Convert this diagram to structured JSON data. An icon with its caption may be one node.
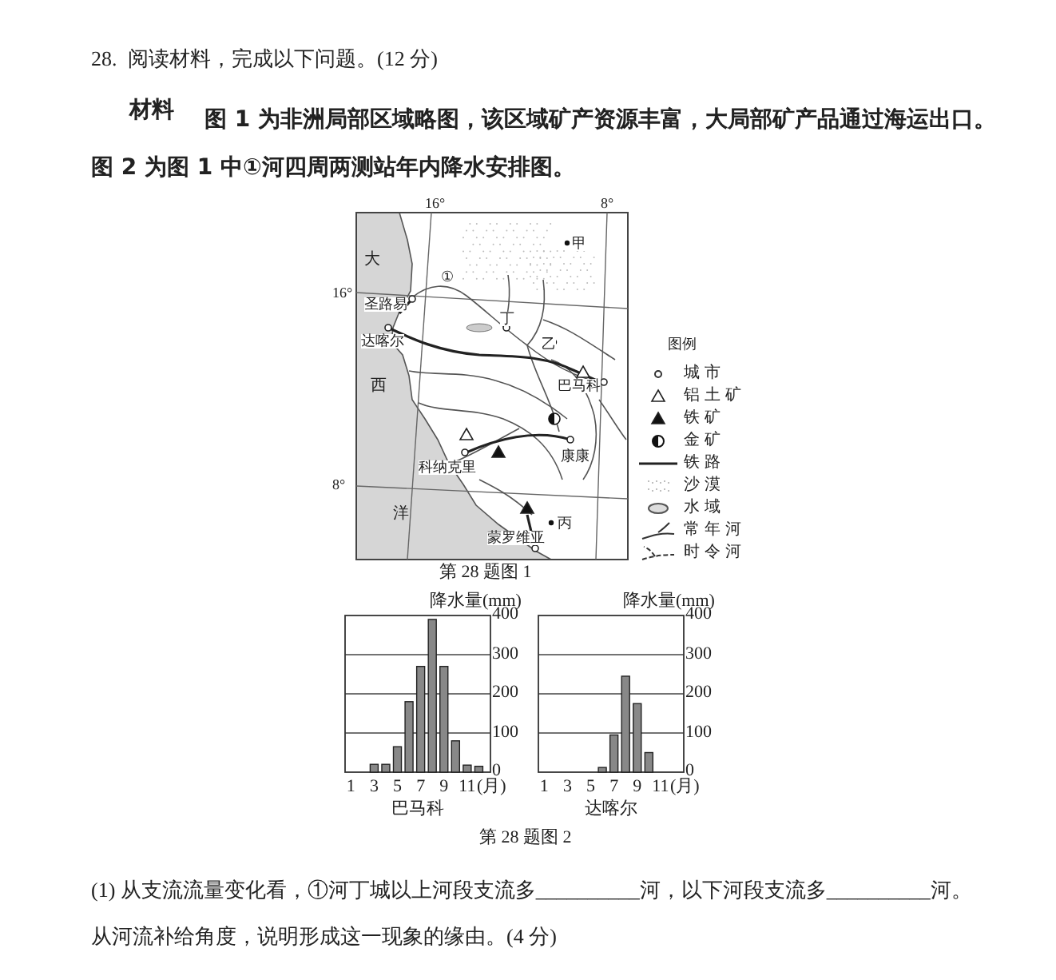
{
  "diagram": {
    "labels": [
      "28.",
      "阅读材料，完成以下问题。(12 分)",
      "材料",
      "图 1 为非洲局部区域略图，该区域矿产资源丰富，大局部矿产品通过海运出口。图 2 为图 1 中①河四周两测站年内降水安排图。",
      "16°",
      "8°",
      "大",
      "甲",
      "16°",
      "①",
      "圣路易",
      "丁",
      "达喀尔",
      "乙",
      "西",
      "巴马科",
      "康康",
      "科纳克里",
      "8°",
      "丙",
      "洋",
      "蒙罗维亚",
      "图例",
      "第 28 题图 1",
      "第 28 题图 2",
      "(1) 从支流流量变化看，①河丁城以上河段支流多__________河，以下河段支流多__________河。从河流补给角度，说明形成这一现象的缘由。(4 分)"
    ],
    "legend": [
      {
        "text": "城市"
      },
      {
        "text": "铝土矿"
      },
      {
        "text": "铁矿"
      },
      {
        "text": "金矿"
      },
      {
        "text": "铁路"
      },
      {
        "text": "沙漠"
      },
      {
        "text": "水域"
      },
      {
        "text": "常年河"
      },
      {
        "text": "时令河"
      }
    ],
    "chart_data": [
      {
        "type": "bar",
        "title": "巴马科",
        "xlabel": "(月)",
        "ylabel": "降水量(mm)",
        "x": [
          3,
          4,
          5,
          6,
          7,
          8,
          9,
          10,
          11,
          12
        ],
        "values": [
          20,
          20,
          65,
          180,
          270,
          390,
          270,
          80,
          18,
          15
        ],
        "grid": true,
        "xlim": [
          0.5,
          13
        ],
        "ylim": [
          0,
          400
        ],
        "yticks": [
          0,
          100,
          200,
          300,
          400
        ],
        "xticks": [
          1,
          3,
          5,
          7,
          9,
          11
        ]
      },
      {
        "type": "bar",
        "title": "达喀尔",
        "xlabel": "(月)",
        "ylabel": "降水量(mm)",
        "x": [
          6,
          7,
          8,
          9,
          10
        ],
        "values": [
          12,
          95,
          245,
          175,
          50
        ],
        "grid": true,
        "xlim": [
          0.5,
          13
        ],
        "ylim": [
          0,
          400
        ],
        "yticks": [
          0,
          100,
          200,
          300,
          400
        ],
        "xticks": [
          1,
          3,
          5,
          7,
          9,
          11
        ]
      }
    ]
  }
}
